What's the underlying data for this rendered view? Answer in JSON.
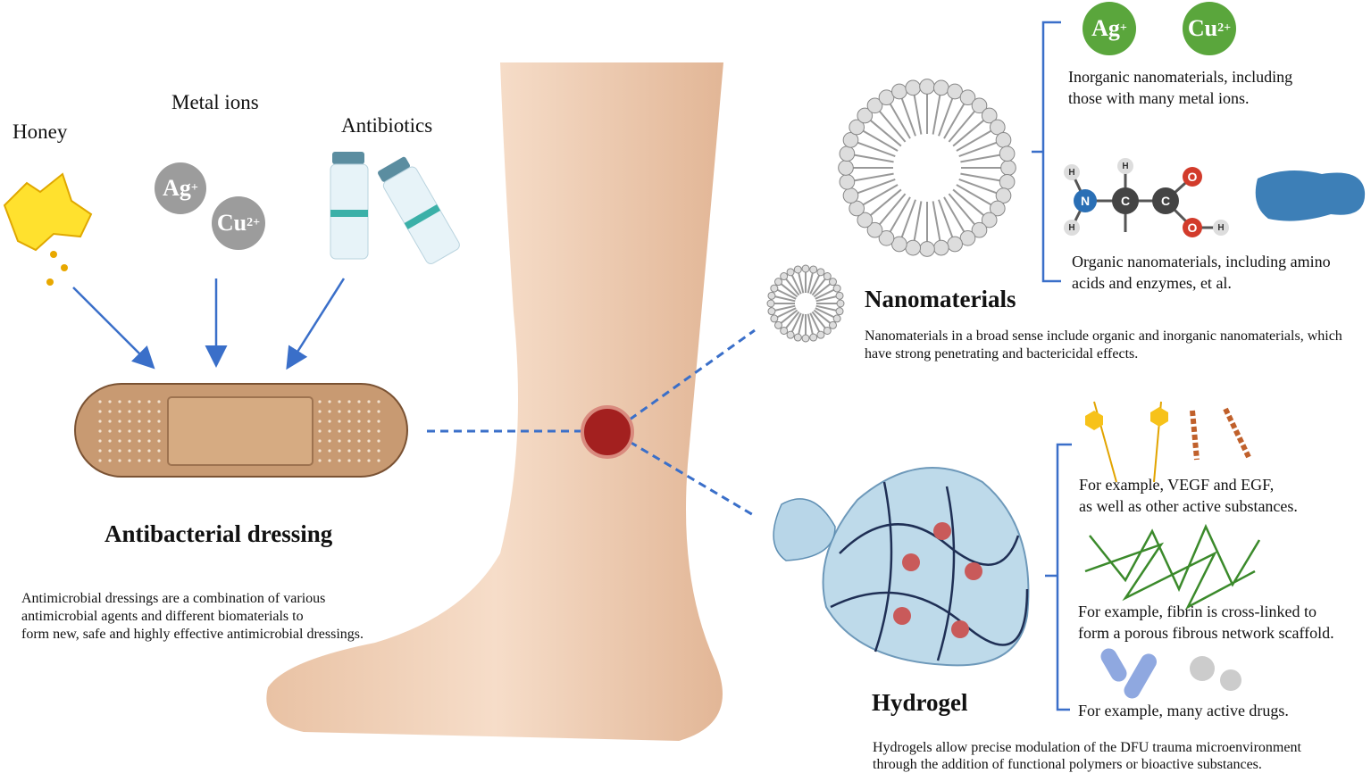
{
  "left": {
    "honey_label": "Honey",
    "metal_ions_label": "Metal ions",
    "antibiotics_label": "Antibiotics",
    "ions": [
      {
        "symbol": "Ag",
        "charge": "+"
      },
      {
        "symbol": "Cu",
        "charge": "2+"
      }
    ],
    "title": "Antibacterial dressing",
    "description": [
      "Antimicrobial  dressings are a combination  of various",
      "antimicrobial  agents and different biomaterials  to",
      "form new, safe and highly effective antimicrobial  dressings."
    ]
  },
  "nano": {
    "title": "Nanomaterials",
    "description": [
      "Nanomaterials  in  a broad sense include organic and inorganic nanomaterials, which",
      "have strong penetrating and bactericidal effects."
    ],
    "ions": [
      {
        "symbol": "Ag",
        "charge": "+"
      },
      {
        "symbol": "Cu",
        "charge": "2+"
      }
    ],
    "inorganic_text": [
      "Inorganic  nanomaterials,  including",
      "those  with  many  metal  ions."
    ],
    "molecule_atoms": [
      "H",
      "N",
      "H",
      "C",
      "H",
      "C",
      "O",
      "O",
      "H"
    ],
    "organic_text": [
      "Organic  nanomaterials,  including  amino",
      "acids  and  enzymes,   et al."
    ]
  },
  "hydrogel": {
    "title": "Hydrogel",
    "description": [
      "Hydrogels  allow  precise modulation  of the DFU  trauma microenvironment",
      "through the addition  of functional polymers or bioactive  substances."
    ],
    "examples": [
      [
        "For  example,  VEGF  and  EGF,",
        "as  well  as  other  active  substances."
      ],
      [
        "For  example,  fibrin  is  cross-linked  to",
        "form  a porous  fibrous  network  scaffold."
      ],
      [
        "For  example,  many  active  drugs."
      ]
    ]
  },
  "colors": {
    "arrow": "#3a6fc9",
    "skin": "#efcfb5",
    "bandage": "#c89a72",
    "wound": "#a3201f",
    "green_ion": "#5aa63c",
    "gray_ion": "#9c9c9c"
  }
}
